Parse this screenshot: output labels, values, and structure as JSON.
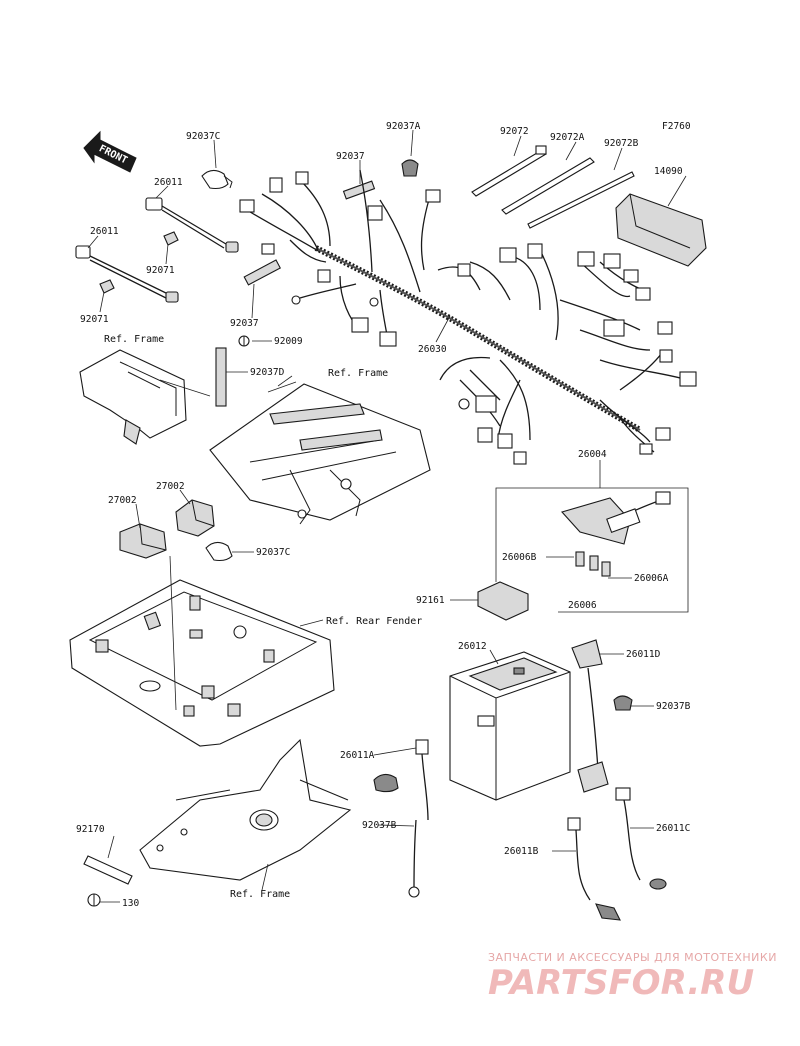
{
  "figure_code": "F2760",
  "front_label": "FRONT",
  "labels": {
    "p92037C_top": "92037C",
    "p92037A": "92037A",
    "p92037": "92037",
    "p92072": "92072",
    "p92072A": "92072A",
    "p92072B": "92072B",
    "p14090": "14090",
    "p26011_a": "26011",
    "p26011_b": "26011",
    "p92071_a": "92071",
    "p92071_b": "92071",
    "p92037_mid": "92037",
    "p92009": "92009",
    "p92037D": "92037D",
    "p26030": "26030",
    "p26004": "26004",
    "p27002_a": "27002",
    "p27002_b": "27002",
    "p92037C_mid": "92037C",
    "p26006B": "26006B",
    "p26006A": "26006A",
    "p26006": "26006",
    "p92161": "92161",
    "p26012": "26012",
    "p26011D": "26011D",
    "p92037B_right": "92037B",
    "p26011A": "26011A",
    "p92037B_low": "92037B",
    "p26011C": "26011C",
    "p26011B": "26011B",
    "p92170": "92170",
    "p130": "130"
  },
  "refs": {
    "frame_top": "Ref. Frame",
    "frame_mid": "Ref. Frame",
    "rear_fender": "Ref. Rear Fender",
    "frame_bottom": "Ref. Frame"
  },
  "watermark": {
    "tagline": "ЗАПЧАСТИ И АКСЕССУАРЫ ДЛЯ МОТОТЕХНИКИ",
    "brand": "PARTSFOR.RU",
    "color": "#e8a0a0"
  }
}
